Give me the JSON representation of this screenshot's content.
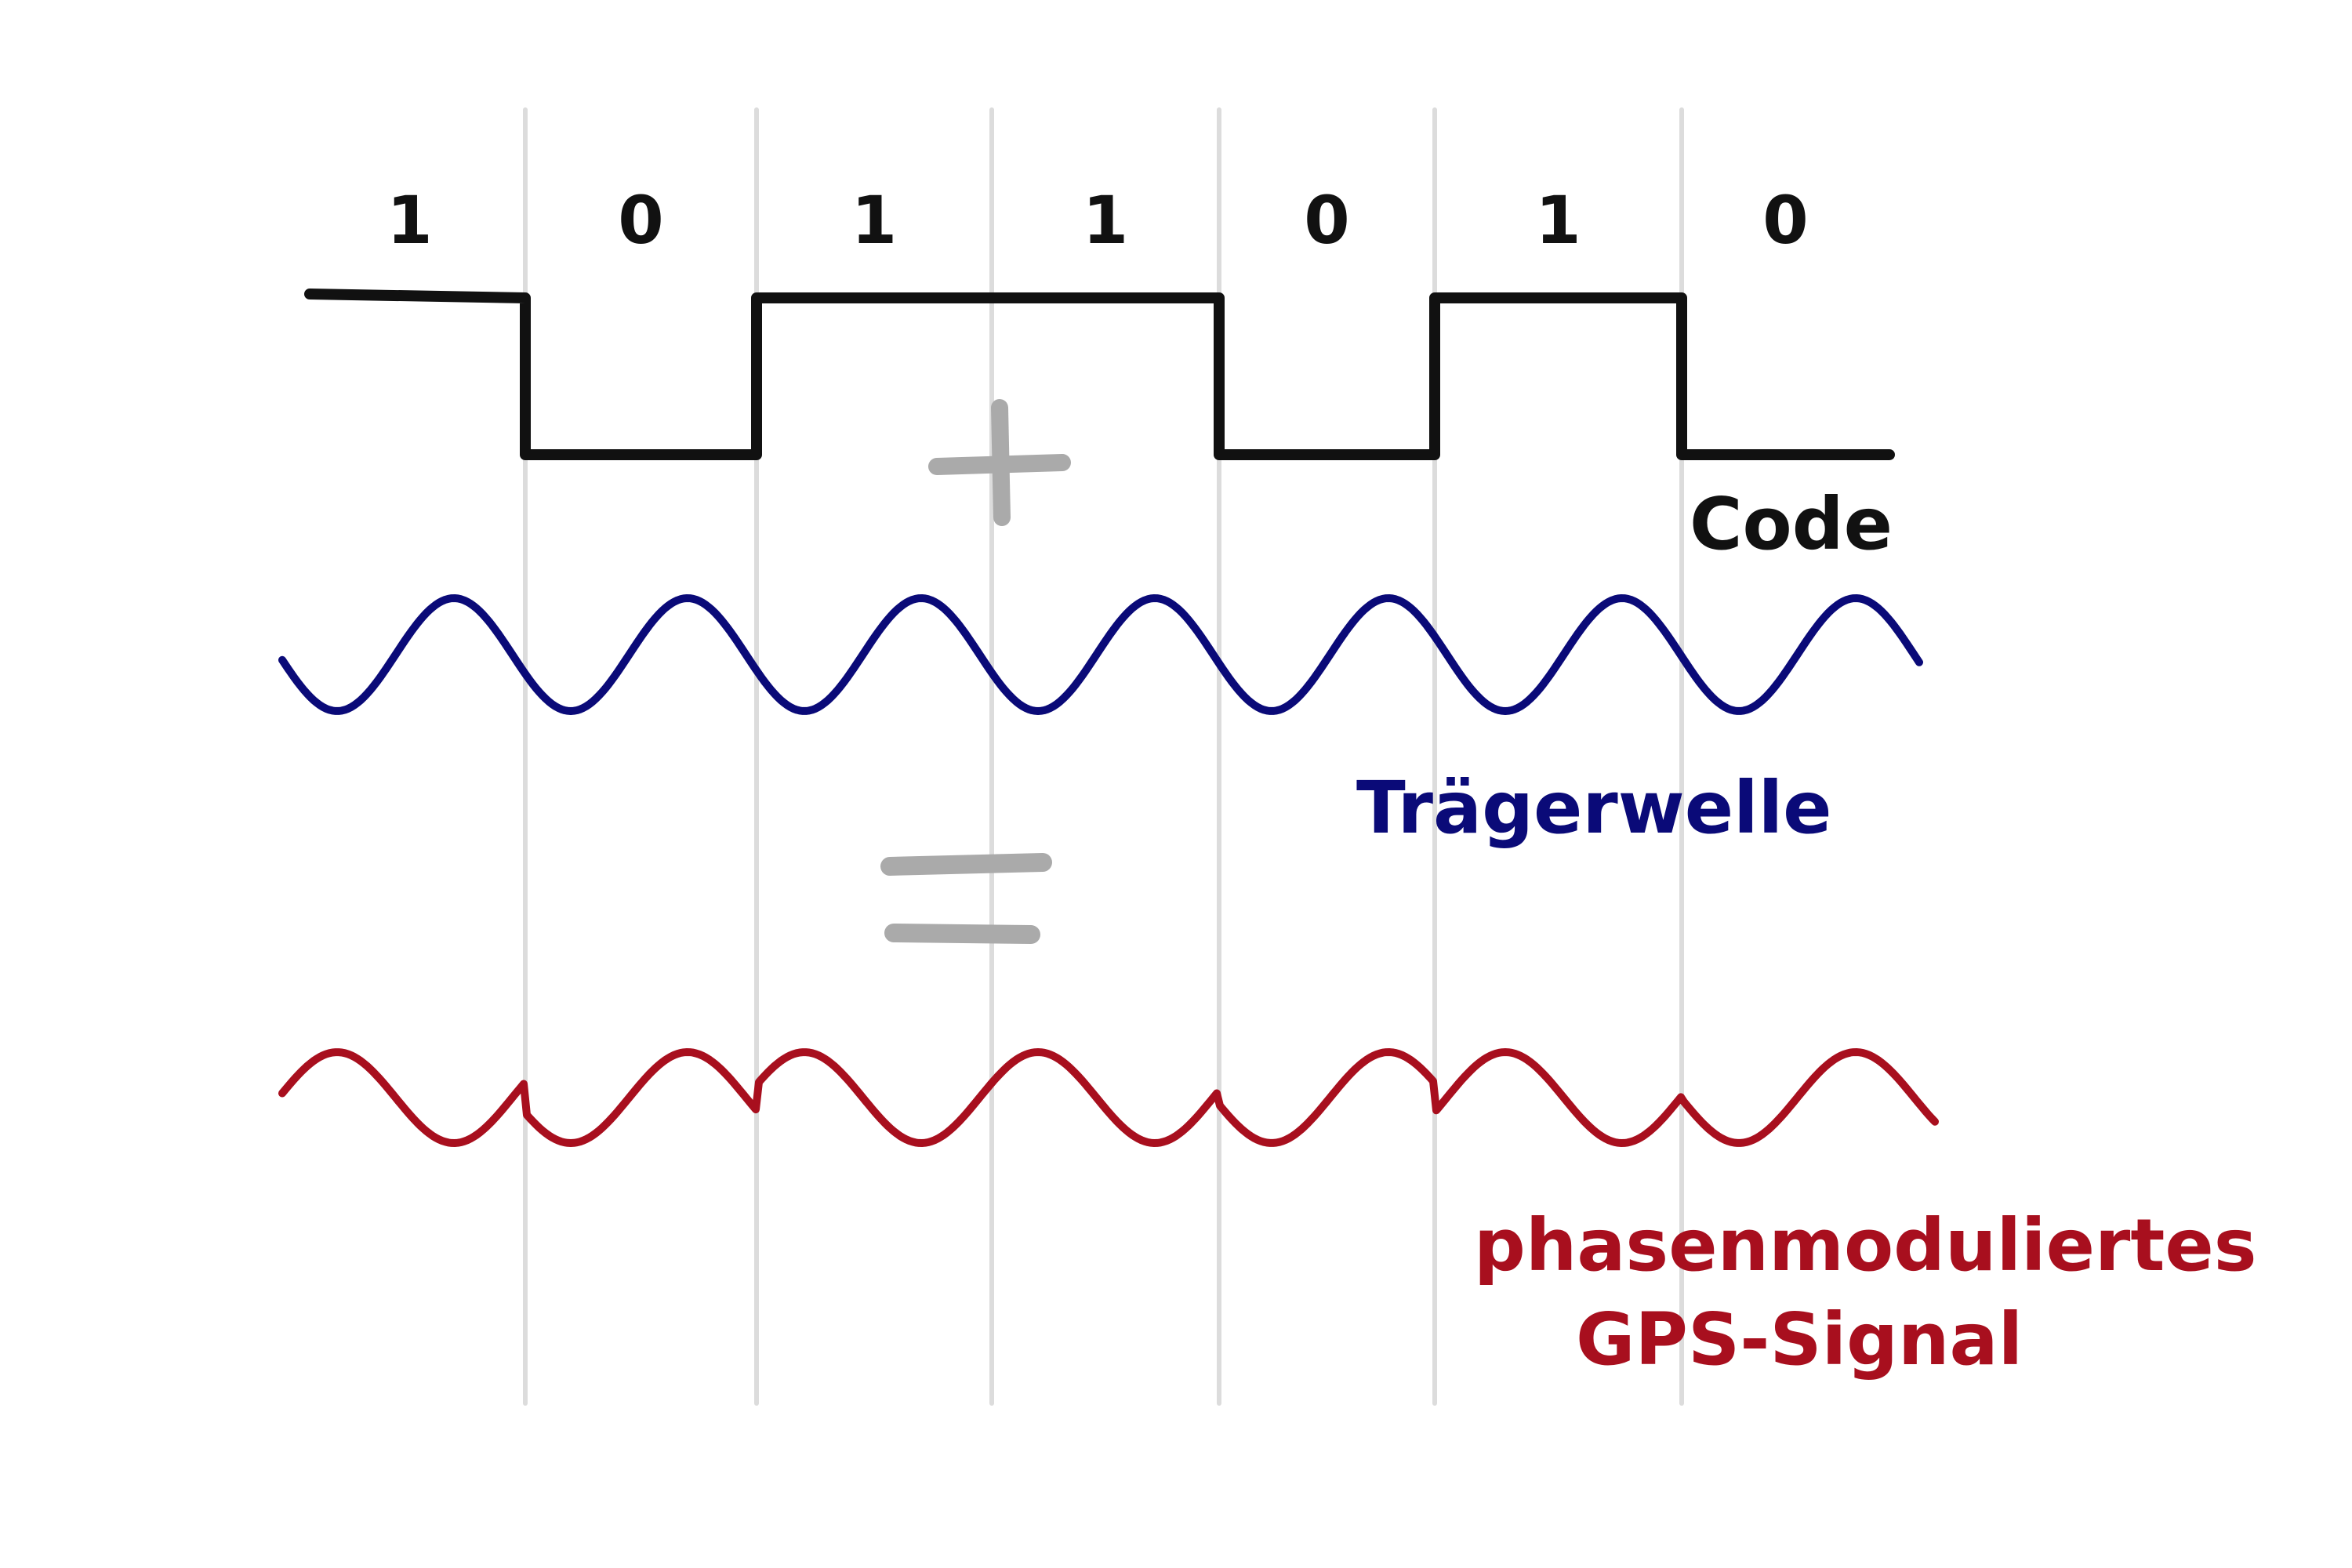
{
  "code": {
    "bits": [
      "1",
      "0",
      "1",
      "1",
      "0",
      "1",
      "0"
    ],
    "label": "Code",
    "color": "#111111"
  },
  "operators": {
    "plus": "+",
    "equals": "=",
    "color": "#aaaaaa"
  },
  "carrier": {
    "label": "Trägerwelle",
    "color": "#0a0a78"
  },
  "signal": {
    "label_line1": "phasenmoduliertes",
    "label_line2": "GPS-Signal",
    "color": "#a80f1e"
  }
}
